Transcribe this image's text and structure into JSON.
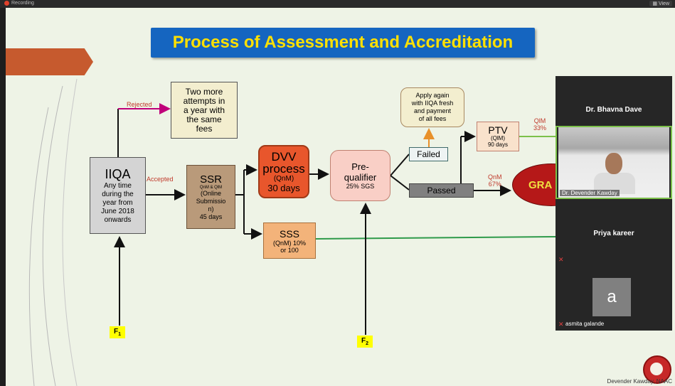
{
  "window": {
    "recording_label": "Recording",
    "view_label": "View"
  },
  "slide": {
    "title": "Process of Assessment and Accreditation",
    "iiqa": {
      "title": "IIQA",
      "lines": [
        "Any time",
        "during the",
        "year from",
        "June 2018",
        "onwards"
      ]
    },
    "two_more": [
      "Two more",
      "attempts in",
      "a year with",
      "the same",
      "fees"
    ],
    "rejected_label": "Rejected",
    "accepted_label": "Accepted",
    "ssr": {
      "title": "SSR",
      "sub": "QnM & QlM",
      "lines": [
        "(Online",
        "Submissio",
        "n)",
        "45 days"
      ]
    },
    "dvv": {
      "lines": [
        "DVV",
        "process"
      ],
      "qnm": "(QnM)",
      "days": "30 days"
    },
    "sss": {
      "title": "SSS",
      "lines": [
        "(QnM) 10%",
        "or 100"
      ]
    },
    "prequalifier": {
      "lines": [
        "Pre-",
        "qualifier"
      ],
      "sub": "25% SGS"
    },
    "failed_label": "Failed",
    "passed_label": "Passed",
    "apply_again": [
      "Apply again",
      "with IIQA fresh",
      "and payment",
      "of all fees"
    ],
    "ptv": {
      "title": "PTV",
      "lines": [
        "(QlM)",
        "90 days"
      ]
    },
    "qlm_label": [
      "QlM",
      "33%"
    ],
    "qnm_label": [
      "QnM",
      "67%"
    ],
    "grade_label": "GRA",
    "f1": "F",
    "f1_sub": "1",
    "f2": "F",
    "f2_sub": "2",
    "signature": "Devender Kawday, NAAC"
  },
  "participants": [
    {
      "name": "Dr. Bhavna Dave"
    },
    {
      "name": "Dr. Devender Kawday"
    },
    {
      "name": "Priya kareer"
    },
    {
      "name": "asmita galande",
      "avatar": "a"
    }
  ],
  "colors": {
    "title_bg": "#1565c0",
    "title_fg": "#ffe000",
    "dvv": "#e8562c",
    "grade": "#b51818",
    "active_speaker": "#7cc04a"
  },
  "icons": [
    "record-icon",
    "mic-muted-icon",
    "view-icon",
    "naac-logo-icon"
  ]
}
